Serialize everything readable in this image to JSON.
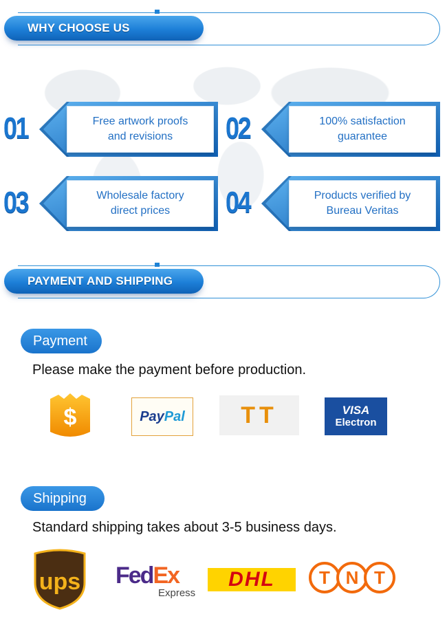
{
  "sections": {
    "why": {
      "title": "WHY CHOOSE US"
    },
    "payment_shipping": {
      "title": "PAYMENT AND SHIPPING"
    }
  },
  "features": [
    {
      "number": "01",
      "text_line1": "Free artwork proofs",
      "text_line2": "and revisions"
    },
    {
      "number": "02",
      "text_line1": "100% satisfaction",
      "text_line2": "guarantee"
    },
    {
      "number": "03",
      "text_line1": "Wholesale factory",
      "text_line2": "direct prices"
    },
    {
      "number": "04",
      "text_line1": "Products verified by",
      "text_line2": "Bureau Veritas"
    }
  ],
  "payment": {
    "label": "Payment",
    "description": "Please make the payment before production.",
    "methods": {
      "dollar": "$",
      "paypal_pay": "Pay",
      "paypal_pal": "Pal",
      "tt": "TT",
      "visa_top": "VISA",
      "visa_bottom": "Electron"
    }
  },
  "shipping": {
    "label": "Shipping",
    "description": "Standard shipping takes about 3-5 business days.",
    "carriers": {
      "ups": "ups",
      "fedex_fed": "Fed",
      "fedex_ex": "Ex",
      "fedex_express": "Express",
      "dhl": "DHL",
      "tnt": [
        "T",
        "N",
        "T"
      ]
    }
  },
  "colors": {
    "accent_blue": "#1d7fd8",
    "number_blue": "#1b76cf",
    "feature_text": "#2370c4",
    "tt_orange": "#e8900c",
    "visa_blue": "#1a4fa0",
    "dhl_yellow": "#ffd300",
    "dhl_red": "#d40511",
    "tnt_orange": "#f26a0c"
  }
}
